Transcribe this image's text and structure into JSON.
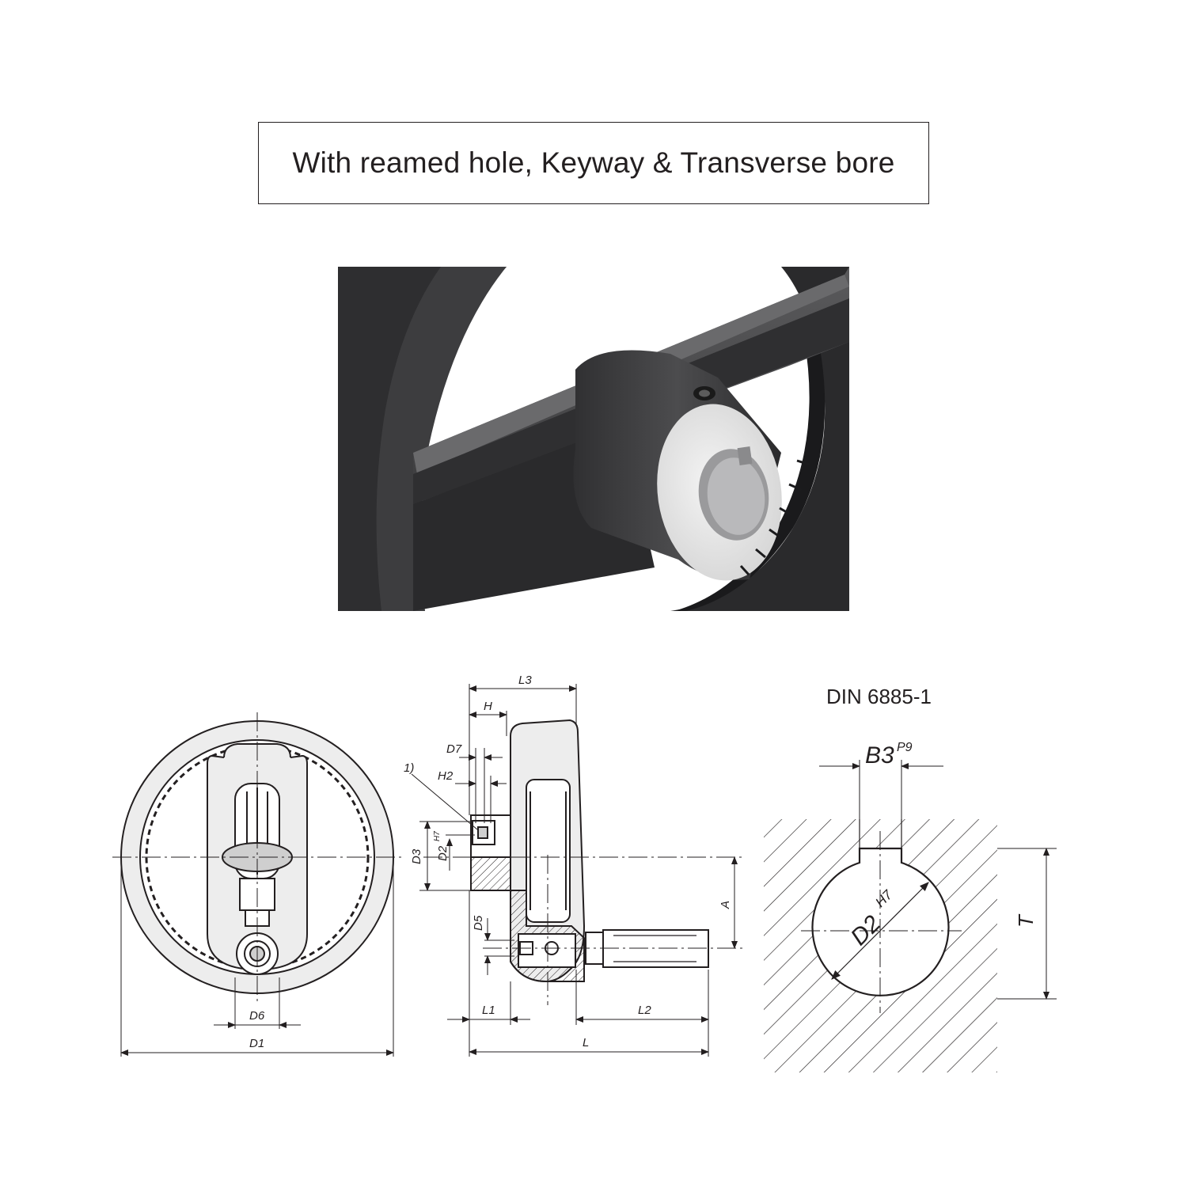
{
  "title": "With reamed hole, Keyway & Transverse bore",
  "photo": {
    "subject": "handwheel-hub-keyway-photo"
  },
  "front_view": {
    "d6_label": "D6",
    "d1_label": "D1"
  },
  "side_view": {
    "l3_label": "L3",
    "h_label": "H",
    "d7_label": "D7",
    "note_label": "1)",
    "h2_label": "H2",
    "d3_label": "D3",
    "d2_label": "D2",
    "d2_tol": "H7",
    "d5_label": "D5",
    "a_label": "A",
    "l1_label": "L1",
    "l2_label": "L2",
    "l_label": "L"
  },
  "keyway_view": {
    "standard": "DIN 6885-1",
    "b3_label": "B3",
    "b3_tol": "P9",
    "d2_label": "D2",
    "d2_tol": "H7",
    "t_label": "T"
  },
  "colors": {
    "ink": "#231f20",
    "metal_dark": "#2b2b2d",
    "bore": "#e9e9e9"
  }
}
